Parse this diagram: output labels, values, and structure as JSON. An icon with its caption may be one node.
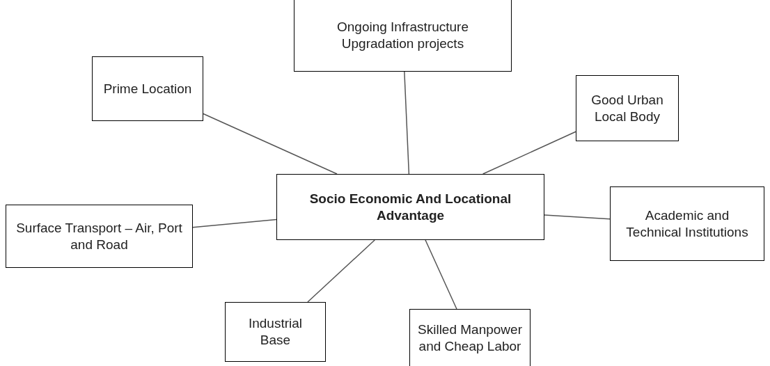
{
  "diagram": {
    "nodes": [
      {
        "text": [
          "Socio Economic And Locational Advantage"
        ]
      },
      {
        "text": [
          "Ongoing Infrastructure Upgradation projects"
        ]
      },
      {
        "text": [
          "Prime Location"
        ]
      },
      {
        "text": [
          "Good Urban Local Body"
        ]
      },
      {
        "text": [
          "Surface Transport – Air, Port and Road"
        ]
      },
      {
        "text": [
          "Academic and Technical Institutions"
        ]
      },
      {
        "text": [
          "Industrial Base"
        ]
      },
      {
        "text": [
          "Skilled Manpower and Cheap Labor"
        ]
      }
    ],
    "edges": [
      {
        "from": 0,
        "to": 1,
        "arrow": "none"
      },
      {
        "from": 0,
        "to": 2,
        "arrow": "none"
      },
      {
        "from": 0,
        "to": 3,
        "arrow": "none"
      },
      {
        "from": 0,
        "to": 4,
        "arrow": "none"
      },
      {
        "from": 0,
        "to": 5,
        "arrow": "none"
      },
      {
        "from": 0,
        "to": 6,
        "arrow": "none"
      },
      {
        "from": 0,
        "to": 7,
        "arrow": "none"
      }
    ]
  }
}
